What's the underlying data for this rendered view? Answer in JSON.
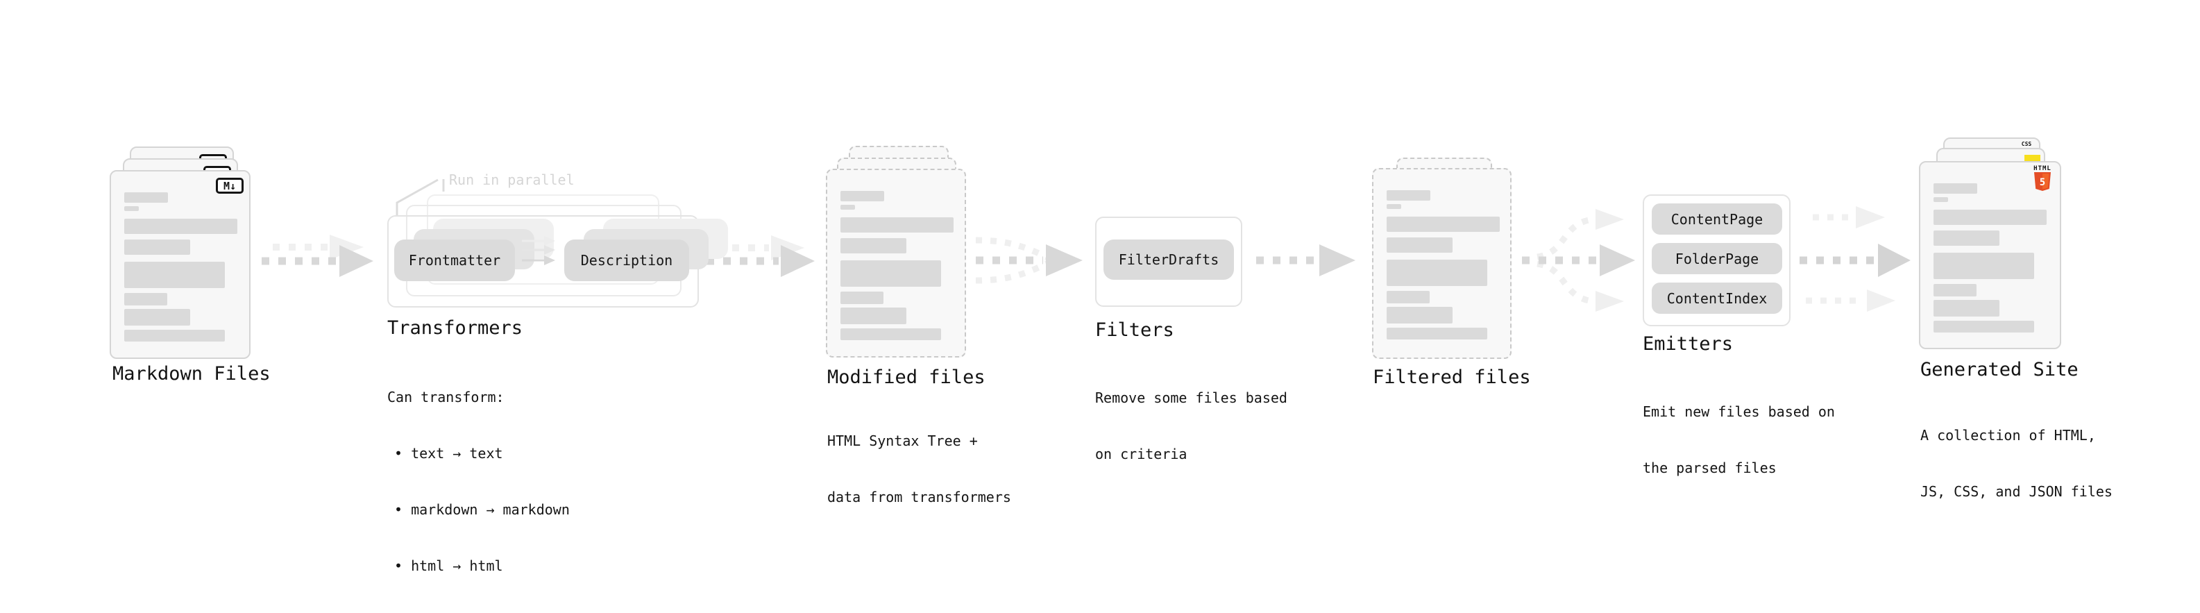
{
  "diagram": {
    "markdown": {
      "label": "Markdown Files",
      "badge": "M↓"
    },
    "transformers": {
      "title": "Transformers",
      "annotation": "Run in parallel",
      "pill_left": "Frontmatter",
      "pill_right": "Description",
      "desc_heading": "Can transform:",
      "bullets": [
        "• text → text",
        "• markdown → markdown",
        "• html → html"
      ]
    },
    "modified": {
      "label": "Modified files",
      "desc": [
        "HTML Syntax Tree +",
        "data from transformers"
      ]
    },
    "filters": {
      "title": "Filters",
      "pill": "FilterDrafts",
      "desc": [
        "Remove some files based",
        "on criteria"
      ]
    },
    "filtered": {
      "label": "Filtered files"
    },
    "emitters": {
      "title": "Emitters",
      "pills": [
        "ContentPage",
        "FolderPage",
        "ContentIndex"
      ],
      "desc": [
        "Emit new files based on",
        "the parsed files"
      ]
    },
    "generated": {
      "label": "Generated Site",
      "desc": [
        "A collection of HTML,",
        "JS, CSS, and JSON files"
      ],
      "badges": {
        "css": "CSS",
        "html_label": "HTML",
        "html_number": "5"
      }
    }
  },
  "colors": {
    "arrow_dark": "#d8d8d8",
    "arrow_mid": "#d4d4d4",
    "arrow_light": "#f0f0f0",
    "card_border": "#d5d5d5",
    "dashed_border": "#c9c9c9",
    "pill_bg": "#dbdbdb",
    "html_orange": "#e44d26",
    "html_orange_light": "#f16529",
    "js_yellow": "#f7df1e",
    "css_blue": "#2965f1"
  }
}
